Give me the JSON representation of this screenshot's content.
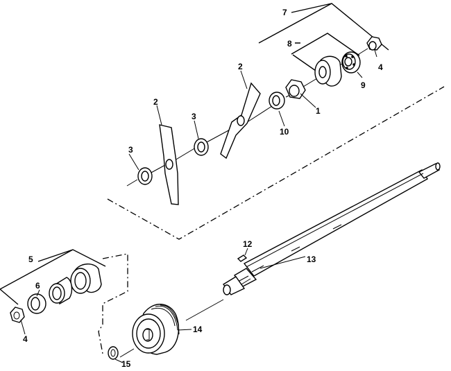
{
  "callouts": [
    {
      "id": "c7",
      "text": "7"
    },
    {
      "id": "c8",
      "text": "8"
    },
    {
      "id": "c4a",
      "text": "4"
    },
    {
      "id": "c9",
      "text": "9"
    },
    {
      "id": "c2a",
      "text": "2"
    },
    {
      "id": "c2b",
      "text": "2"
    },
    {
      "id": "c3a",
      "text": "3"
    },
    {
      "id": "c3b",
      "text": "3"
    },
    {
      "id": "c1",
      "text": "1"
    },
    {
      "id": "c10",
      "text": "10"
    },
    {
      "id": "c5",
      "text": "5"
    },
    {
      "id": "c6",
      "text": "6"
    },
    {
      "id": "c4b",
      "text": "4"
    },
    {
      "id": "c12",
      "text": "12"
    },
    {
      "id": "c13",
      "text": "13"
    },
    {
      "id": "c14",
      "text": "14"
    },
    {
      "id": "c15",
      "text": "15"
    }
  ]
}
